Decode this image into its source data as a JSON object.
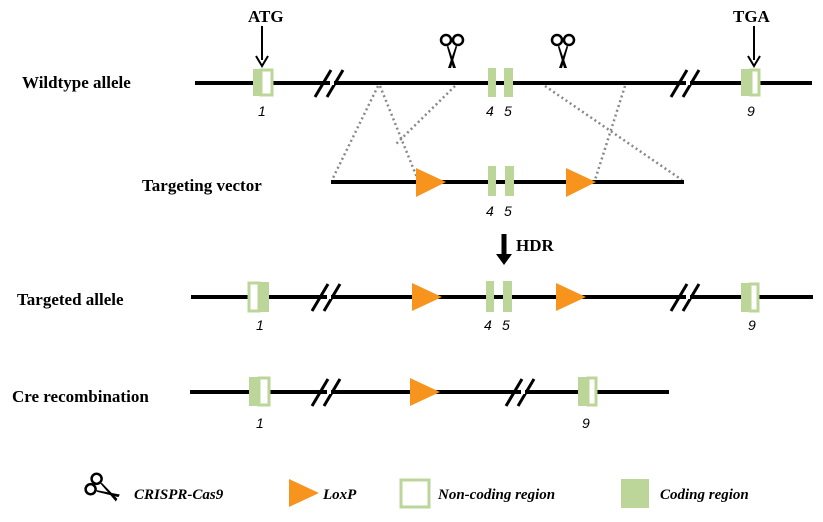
{
  "colors": {
    "coding": "#bcd598",
    "noncoding_fill": "#ffffff",
    "coding_border": "#bcd598",
    "loxp": "#f7941d",
    "line": "#000000"
  },
  "markers": {
    "start_codon": "ATG",
    "stop_codon": "TGA",
    "hdr": "HDR"
  },
  "rows": {
    "wildtype": {
      "label": "Wildtype allele",
      "exons": [
        "1",
        "4",
        "5",
        "9"
      ]
    },
    "vector": {
      "label": "Targeting vector",
      "exons": [
        "4",
        "5"
      ]
    },
    "targeted": {
      "label": "Targeted allele",
      "exons": [
        "1",
        "4",
        "5",
        "9"
      ]
    },
    "cre": {
      "label": "Cre recombination",
      "exons": [
        "1",
        "9"
      ]
    }
  },
  "legend": {
    "crispr": "CRISPR-Cas9",
    "loxp": "LoxP",
    "noncoding": "Non-coding region",
    "coding": "Coding region"
  },
  "icons": [
    "scissors-icon",
    "loxp-triangle-icon",
    "arrow-down-icon"
  ]
}
